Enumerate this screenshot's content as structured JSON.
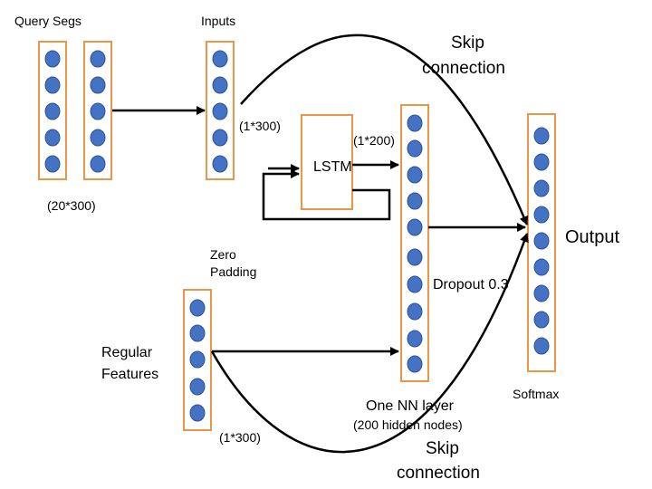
{
  "diagram": {
    "labels": {
      "query_segs": "Query Segs",
      "query_dims": "(20*300)",
      "inputs": "Inputs",
      "inputs_dims": "(1*300)",
      "lstm": "LSTM",
      "lstm_dims": "(1*200)",
      "zero_padding_line1": "Zero",
      "zero_padding_line2": "Padding",
      "regular_features_line1": "Regular",
      "regular_features_line2": "Features",
      "regular_dims": "(1*300)",
      "dropout": "Dropout 0.3",
      "nn_layer_line1": "One NN layer",
      "nn_layer_line2": "(200 hidden nodes)",
      "softmax": "Softmax",
      "output": "Output",
      "skip_top_line1": "Skip",
      "skip_top_line2": "connection",
      "skip_bottom_line1": "Skip",
      "skip_bottom_line2": "connection"
    },
    "colors": {
      "box_border": "#E8964A",
      "node_fill": "#4472C4",
      "node_stroke": "#2F528F",
      "line": "#000000"
    }
  }
}
